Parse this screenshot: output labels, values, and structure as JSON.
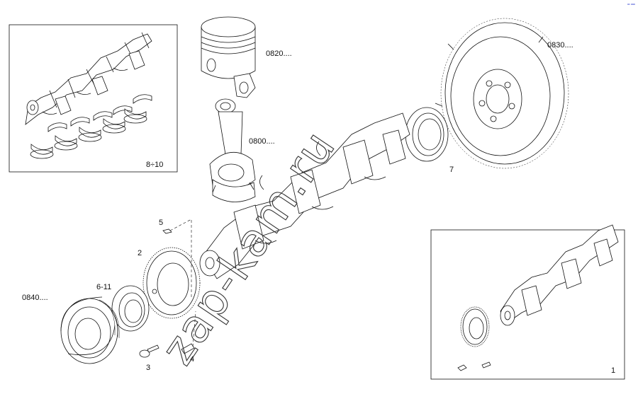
{
  "watermark": "zap-kam.ru",
  "corner_mark": "ᵃᶜ ᵃᵃᵃ",
  "labels": {
    "piston": "0820....",
    "conrod": "0800....",
    "flywheel": "0830....",
    "pulley": "0840....",
    "bearings_group": "8÷10",
    "assembly_group": "1",
    "gear": "2",
    "bolt": "3",
    "dowel_lower": "4",
    "dowel_upper": "5",
    "front_seal": "6-11",
    "rear_seal": "7"
  }
}
